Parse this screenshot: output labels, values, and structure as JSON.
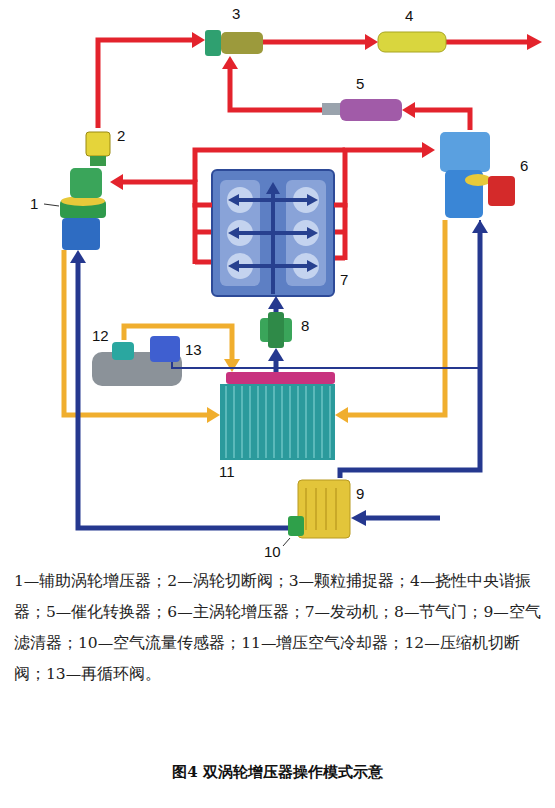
{
  "diagram": {
    "caption": "图4 双涡轮增压器操作模式示意",
    "nodes": [
      {
        "text": [
          "1"
        ]
      },
      {
        "text": [
          "2"
        ]
      },
      {
        "text": [
          "3"
        ]
      },
      {
        "text": [
          "4"
        ]
      },
      {
        "text": [
          "5"
        ]
      },
      {
        "text": [
          "6"
        ]
      },
      {
        "text": [
          "7"
        ]
      },
      {
        "text": [
          "8"
        ]
      },
      {
        "text": [
          "9"
        ]
      },
      {
        "text": [
          "10"
        ],
        "in": 8
      },
      {
        "text": [
          "11"
        ]
      },
      {
        "text": [
          "12"
        ]
      },
      {
        "text": [
          "13"
        ]
      }
    ],
    "edges": [
      {
        "from": 1,
        "to": 2,
        "arrow": "to"
      },
      {
        "from": 2,
        "to": 3,
        "arrow": "to"
      },
      {
        "from": 4,
        "to": 2,
        "arrow": "to"
      },
      {
        "from": 5,
        "to": 4,
        "arrow": "to"
      },
      {
        "from": 6,
        "to": 0,
        "arrow": "to"
      },
      {
        "from": 6,
        "to": 5,
        "arrow": "to"
      },
      {
        "from": 5,
        "to": 10,
        "arrow": "to"
      },
      {
        "from": 0,
        "to": 10,
        "arrow": "to"
      },
      {
        "from": 11,
        "to": 10,
        "arrow": "to"
      },
      {
        "from": 10,
        "to": 7,
        "arrow": "to"
      },
      {
        "from": 7,
        "to": 6,
        "arrow": "to"
      },
      {
        "from": 9,
        "to": 0,
        "arrow": "to"
      },
      {
        "from": 8,
        "to": 5,
        "arrow": "to"
      },
      {
        "from": 12,
        "to": 5,
        "arrow": "none"
      }
    ],
    "labels": [
      "1—辅助涡轮增压器；2—涡轮切断阀；3—颗粒捕捉器；4—挠性中央谐振器；5—催化转换器；6—主涡轮增压器；7—发动机；8—节气门；9—空气滤清器；10—空气流量传感器；11—增压空气冷却器；12—压缩机切断阀；13—再循环阀。"
    ]
  }
}
